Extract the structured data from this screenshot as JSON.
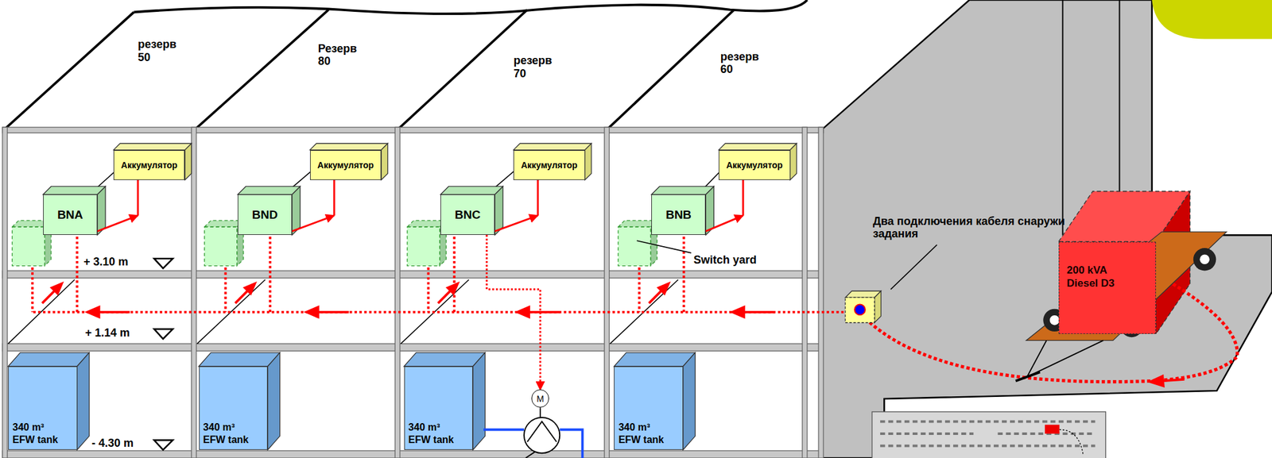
{
  "diagram": {
    "nodes": [
      {
        "text": [
          "Аккумулятор"
        ]
      },
      {
        "text": [
          "Аккумулятор"
        ]
      },
      {
        "text": [
          "Аккумулятор"
        ]
      },
      {
        "text": [
          "Аккумулятор"
        ]
      },
      {
        "text": [
          "BNA"
        ]
      },
      {
        "text": [
          "BND"
        ]
      },
      {
        "text": [
          "BNC"
        ]
      },
      {
        "text": [
          "BNB"
        ]
      },
      {
        "text": [
          "200 kVA Diesel D3"
        ]
      },
      {
        "text": [
          "340 m³ EFW tank"
        ]
      },
      {
        "text": [
          "340 m³ EFW tank"
        ]
      },
      {
        "text": [
          "340 m³ EFW tank"
        ]
      },
      {
        "text": [
          "340 m³ EFW tank"
        ]
      },
      {
        "text": [
          "M"
        ]
      }
    ],
    "edges": [
      {
        "from": 4,
        "to": 0,
        "arrow": "to"
      },
      {
        "from": 5,
        "to": 1,
        "arrow": "to"
      },
      {
        "from": 6,
        "to": 2,
        "arrow": "to"
      },
      {
        "from": 7,
        "to": 3,
        "arrow": "to"
      },
      {
        "from": 6,
        "to": 13,
        "arrow": "to"
      }
    ],
    "labels": [
      "резерв 50",
      "Резерв 80",
      "резерв 70",
      "резерв 60",
      "+ 3.10 m",
      "+ 1.14 m",
      "- 4.30 m",
      "Switch yard",
      "Два подключения кабеля снаружи задания"
    ]
  }
}
